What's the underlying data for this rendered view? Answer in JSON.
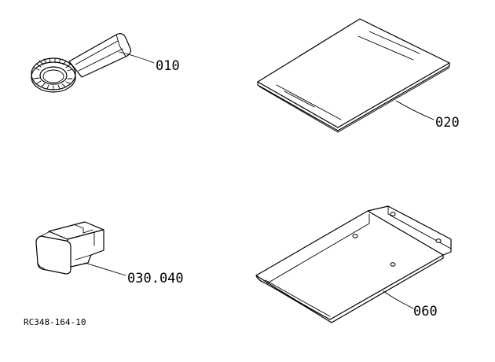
{
  "parts": [
    {
      "id": "wrench",
      "label": "010"
    },
    {
      "id": "manual",
      "label": "020"
    },
    {
      "id": "connector-cap",
      "label": "030.040"
    },
    {
      "id": "plate",
      "label": "060"
    }
  ],
  "drawing_ref": "RC348-164-10"
}
